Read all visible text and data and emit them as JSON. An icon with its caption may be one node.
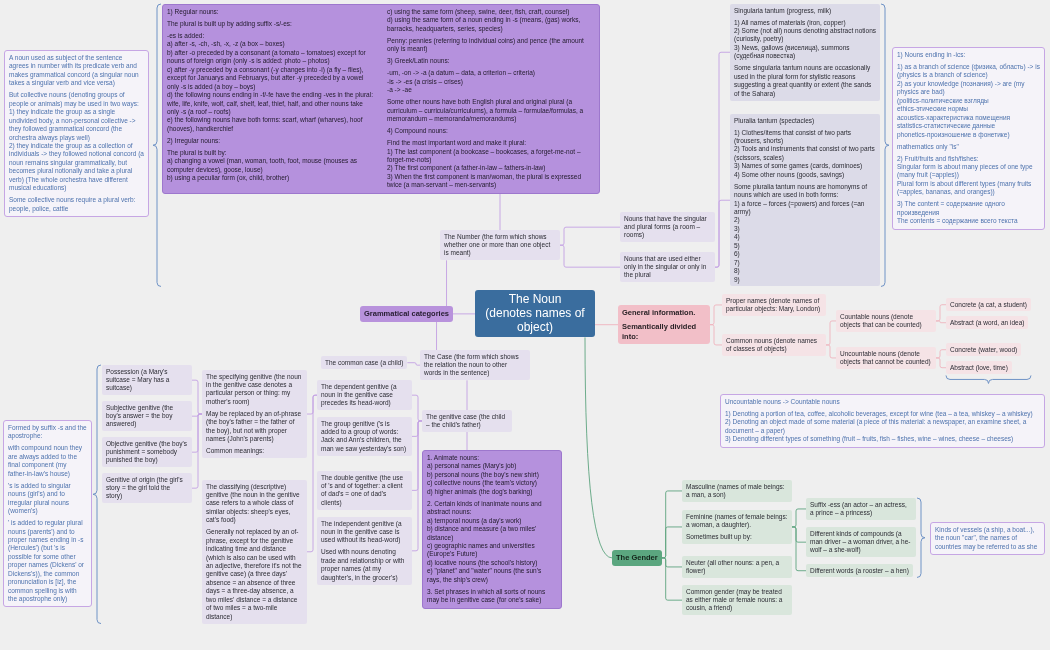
{
  "diagram": {
    "nodes": [
      {
        "text": [
          "The Noun",
          "(denotes names of object)"
        ]
      },
      {
        "text": [
          "General information.",
          "Semantically divided into:"
        ]
      },
      {
        "text": [
          "Proper names (denote names of particular objects: Mary, London)"
        ]
      },
      {
        "text": [
          "Common nouns (denote names of classes of objects)"
        ]
      },
      {
        "text": [
          "Countable nouns (denote objects that can be counted)"
        ]
      },
      {
        "text": [
          "Concrete (a cat, a student)"
        ]
      },
      {
        "text": [
          "Abstract (a word, an idea)"
        ]
      },
      {
        "text": [
          "Uncountable nouns (denote objects that cannot be counted)"
        ]
      },
      {
        "text": [
          "Concrete (water, wood)"
        ]
      },
      {
        "text": [
          "Abstract (love, time)"
        ]
      },
      {
        "text": [
          "Uncountable nouns -> Countable nouns",
          "1) Denoting a portion of tea, coffee, alcoholic beverages, except for wine (tea – a tea, whiskey – a whiskey)",
          "2) Denoting an object made of some material (a piece of this material: a newspaper, an examine sheet, a document – a paper)",
          "3) Denoting different types of something (fruit – fruits, fish – fishes, wine – wines, cheese – cheeses)"
        ]
      },
      {
        "text": [
          "The Gender"
        ]
      },
      {
        "text": [
          "Masculine (names of male beings: a man, a son)"
        ]
      },
      {
        "text": [
          "Feminine (names of female beings: a woman, a daughter).",
          "Sometimes built up by:"
        ]
      },
      {
        "text": [
          "Suffix -ess (an actor – an actress, a prince – a princess)"
        ]
      },
      {
        "text": [
          "Different kinds of compounds (a man driver – a woman driver, a he-wolf – a she-wolf)"
        ]
      },
      {
        "text": [
          "Different words (a rooster – a hen)"
        ]
      },
      {
        "text": [
          "Kinds of vessels (a ship, a boat...), the noun \"car\", the names of countries may be referred to as she"
        ]
      },
      {
        "text": [
          "Neuter (all other nouns: a pen, a flower)"
        ]
      },
      {
        "text": [
          "Common gender (may be treated as either male or female nouns: a cousin, a friend)"
        ]
      },
      {
        "text": [
          "Grammatical categories"
        ]
      },
      {
        "text": [
          "The Number (the form which shows whether one or more than one object is meant)"
        ]
      },
      {
        "text": [
          "1) Regular nouns:",
          "The plural is built up by adding suffix -s/-es:",
          "-es is added:",
          "a) after -s, -ch, -sh, -x, -z (a box – boxes)",
          "b) after -o preceded by a consonant (a tomato – tomatoes) except for nouns of foreign origin (only -s is added: photo – photos)",
          "c) after -y preceded by a consonant (-y changes into -i) (a fly – flies), except for Januarys and Februarys, but after -y preceded by a vowel only -s is added (a boy – boys)",
          "d) the following nouns ending in -f/-fe have the ending -ves in the plural: wife, life, knife, wolf, calf, shelf, leaf, thief, half, and other nouns take only -s (a roof – roofs)",
          "e) the following nouns have both forms: scarf, wharf (wharves), hoof (hooves), handkerchief",
          "2) Irregular nouns:",
          "The plural is built by:",
          "a) changing a vowel (man, woman, tooth, foot, mouse (mouses as computer devices), goose, louse)",
          "b) using a peculiar form (ox, child, brother)",
          "c) using the same form (sheep, swine, deer, fish, craft, counsel)",
          "d) using the same form of a noun ending in -s (means, (gas) works, barracks, headquarters, series, species)",
          "Penny: pennies (referring to individual coins) and pence (the amount only is meant)",
          "3) Greek/Latin nouns:",
          "-um, -on -> -a (a datum – data, a criterion – criteria)",
          "-is -> -es (a crisis – crises)",
          "-a -> -ae",
          "Some other nouns have both English plural and original plural (a curriculum – curricula/curriculums), a formula – formulae/formulas, a memorandum – memoranda/memorandums)",
          "4) Compound nouns:",
          "Find the most important word and make it plural:",
          "1) The last component (a bookcase – bookcases, a forget-me-not – forget-me-nots)",
          "2) The first component (a father-in-law – fathers-in-law)",
          "3) When the first component is man/woman, the plural is expressed twice (a man-servant – men-servants)"
        ]
      },
      {
        "text": [
          "Nouns that have the singular and plural forms (a room – rooms)"
        ]
      },
      {
        "text": [
          "Nouns that are used either only in the singular or only in the plural"
        ]
      },
      {
        "text": [
          "Singularia tantum (progress, milk)",
          "1) All names of materials (iron, copper)",
          "2) Some (not all) nouns denoting abstract notions (curiosity, poetry)",
          "3) News, gallows (виселица), summons (судебная повестка)",
          "Some singularia tantum nouns are occasionally used in the plural form for stylistic reasons suggesting a great quantity or extent (the sands of the Sahara)"
        ]
      },
      {
        "text": [
          "Pluralia tantum (spectacles)",
          "1) Clothes/items that consist of two parts (trousers, shorts)",
          "2) Tools and instruments that consist of two parts (scissors, scales)",
          "3) Names of some games (cards, dominoes)",
          "4) Some other nouns (goods, savings)",
          "Some pluralia tantum nouns are homonyms of nouns which are used in both forms:",
          "1) a force – forces (=powers) and forces (=an army)",
          "2)",
          "3)",
          "4)",
          "5)",
          "6)",
          "7)",
          "8)",
          "9)"
        ]
      },
      {
        "text": [
          "1) Nouns ending in -ics:",
          "1) as a branch of science (физика, область) -> is (physics is a branch of science)",
          "2) as your knowledge (познания) -> are (my physics are bad)",
          "(politics-политические взгляды",
          "ethics-этические нормы",
          "acoustics-характеристика помещения",
          "statistics-статистические данные",
          "phonetics-произношение в фонетике)",
          "mathematics only \"is\"",
          "2) Fruit/fruits and fish/fishes:",
          "Singular form is about many pieces of one type (many fruit (=apples))",
          "Plural form is about different types (many fruits (=apples, bananas, and oranges))",
          "3) The content = содержание одного произведения",
          "The contents = содержание всего текста"
        ]
      },
      {
        "text": [
          "A noun used as subject of the sentence agrees in number with its predicate verb and makes grammatical concord (a singular noun takes a singular verb and vice versa)",
          "But collective nouns (denoting groups of people or animals) may be used in two ways:",
          "1) they indicate the group as a single undivided body, a non-personal collective -> they followed grammatical concord (the orchestra always plays well)",
          "2) they indicate the group as a collection of individuals -> they followed notional concord (a noun remains singular grammatically, but becomes plural notionally and take a plural verb) (The whole orchestra have different musical educations)",
          "Some collective nouns require a plural verb: people, police, cattle"
        ]
      },
      {
        "text": [
          "The Case (the form which shows the relation the noun to other words in the sentence)"
        ]
      },
      {
        "text": [
          "The common case (a child)"
        ]
      },
      {
        "text": [
          "The genitive case (the child – the child's father)"
        ]
      },
      {
        "text": [
          "1. Animate nouns:",
          "a) personal names (Mary's job)",
          "b) personal nouns (the boy's new shirt)",
          "c) collective nouns (the team's victory)",
          "d) higher animals (the dog's barking)",
          "2. Certain kinds of inanimate nouns and abstract nouns:",
          "a) temporal nouns (a day's work)",
          "b) distance and measure (a two miles' distance)",
          "c) geographic names and universities (Europe's Future)",
          "d) locative nouns (the school's history)",
          "e) \"planet\" and \"water\" nouns (the sun's rays, the ship's crew)",
          "3. Set phrases in which all sorts of nouns may be in genitive case (for one's sake)"
        ]
      },
      {
        "text": [
          "The dependent genitive (a noun in the genitive case precedes its head-word)"
        ]
      },
      {
        "text": [
          "The specifying genitive (the noun in the genitive case denotes a particular person or thing: my mother's room)",
          "May be replaced by an of-phrase (the boy's father = the father of the boy), but not with proper names (John's parents)",
          "Common meanings:"
        ]
      },
      {
        "text": [
          "Possession (a Mary's suitcase = Mary has a suitcase)"
        ]
      },
      {
        "text": [
          "Subjective genitive (the boy's answer = the boy answered)"
        ]
      },
      {
        "text": [
          "Objective genitive (the boy's punishment = somebody punished the boy)"
        ]
      },
      {
        "text": [
          "Genitive of origin (the girl's story = the girl told the story)"
        ]
      },
      {
        "text": [
          "The classifying (descriptive) genitive (the noun in the genitive case refers to a whole class of similar objects: sheep's eyes, cat's food)",
          "Generally not replaced by an of-phrase, except for the genitive indicating time and distance (which is also can be used with an adjective, therefore it's not the genitive case) (a three days' absence = an absence of three days = a three-day absence, a two miles' distance = a distance of two miles = a two-mile distance)"
        ]
      },
      {
        "text": [
          "The group genitive ('s is added to a group of words: Jack and Ann's children, the man we saw yesterday's son)"
        ]
      },
      {
        "text": [
          "The double genitive (the use of 's and of together: a client of dad's = one of dad's clients)"
        ]
      },
      {
        "text": [
          "The independent genitive (a noun in the genitive case is used without its head-word)",
          "Used with nouns denoting trade and relationship or with proper names (at my daughter's, in the grocer's)"
        ]
      },
      {
        "text": [
          "Formed by suffix -s and the apostrophe:",
          "with compound noun they are always added to the final component (my father-in-law's house)",
          "'s is added to singular nouns (girl's) and to irregular plural nouns (women's)",
          "' is added to regular plural nouns (parents') and to proper names ending in -s (Hercules') (but 's is possible for some other proper names (Dickens' or Dickens's)), the common pronunciation is [iz], the common spelling is with the apostrophe only)"
        ]
      }
    ],
    "edges": [
      {
        "from": 0,
        "to": 1,
        "arrow": "none",
        "color": "#efb3bd"
      },
      {
        "from": 1,
        "to": 2,
        "arrow": "none",
        "color": "#efb3bd"
      },
      {
        "from": 1,
        "to": 3,
        "arrow": "none",
        "color": "#efb3bd"
      },
      {
        "from": 3,
        "to": 4,
        "arrow": "none",
        "color": "#efb3bd"
      },
      {
        "from": 3,
        "to": 7,
        "arrow": "none",
        "color": "#efb3bd"
      },
      {
        "from": 4,
        "to": 5,
        "arrow": "none",
        "color": "#efb3bd"
      },
      {
        "from": 4,
        "to": 6,
        "arrow": "none",
        "color": "#efb3bd"
      },
      {
        "from": 7,
        "to": 8,
        "arrow": "none",
        "color": "#efb3bd"
      },
      {
        "from": 7,
        "to": 9,
        "arrow": "none",
        "color": "#efb3bd"
      },
      {
        "from": 0,
        "to": 11,
        "arrow": "none",
        "color": "#5da47f"
      },
      {
        "from": 11,
        "to": 12,
        "arrow": "none",
        "color": "#5da47f"
      },
      {
        "from": 11,
        "to": 13,
        "arrow": "none",
        "color": "#5da47f"
      },
      {
        "from": 13,
        "to": 14,
        "arrow": "none",
        "color": "#5da47f"
      },
      {
        "from": 13,
        "to": 15,
        "arrow": "none",
        "color": "#5da47f"
      },
      {
        "from": 13,
        "to": 16,
        "arrow": "none",
        "color": "#5da47f"
      },
      {
        "from": 11,
        "to": 18,
        "arrow": "none",
        "color": "#5da47f"
      },
      {
        "from": 11,
        "to": 19,
        "arrow": "none",
        "color": "#5da47f"
      },
      {
        "from": 0,
        "to": 20,
        "arrow": "none"
      },
      {
        "from": 20,
        "to": 21,
        "arrow": "none"
      },
      {
        "from": 21,
        "to": 22,
        "arrow": "none"
      },
      {
        "from": 21,
        "to": 23,
        "arrow": "none"
      },
      {
        "from": 21,
        "to": 24,
        "arrow": "none"
      },
      {
        "from": 24,
        "to": 25,
        "arrow": "none"
      },
      {
        "from": 24,
        "to": 26,
        "arrow": "none"
      },
      {
        "from": 20,
        "to": 29,
        "arrow": "none"
      },
      {
        "from": 29,
        "to": 30,
        "arrow": "none"
      },
      {
        "from": 29,
        "to": 31,
        "arrow": "none"
      },
      {
        "from": 31,
        "to": 32,
        "arrow": "none"
      },
      {
        "from": 31,
        "to": 33,
        "arrow": "none"
      },
      {
        "from": 33,
        "to": 34,
        "arrow": "none"
      },
      {
        "from": 34,
        "to": 35,
        "arrow": "none"
      },
      {
        "from": 34,
        "to": 36,
        "arrow": "none"
      },
      {
        "from": 34,
        "to": 37,
        "arrow": "none"
      },
      {
        "from": 34,
        "to": 38,
        "arrow": "none"
      },
      {
        "from": 33,
        "to": 39,
        "arrow": "none"
      },
      {
        "from": 31,
        "to": 40,
        "arrow": "none"
      },
      {
        "from": 31,
        "to": 41,
        "arrow": "none"
      },
      {
        "from": 31,
        "to": 42,
        "arrow": "none"
      }
    ]
  }
}
